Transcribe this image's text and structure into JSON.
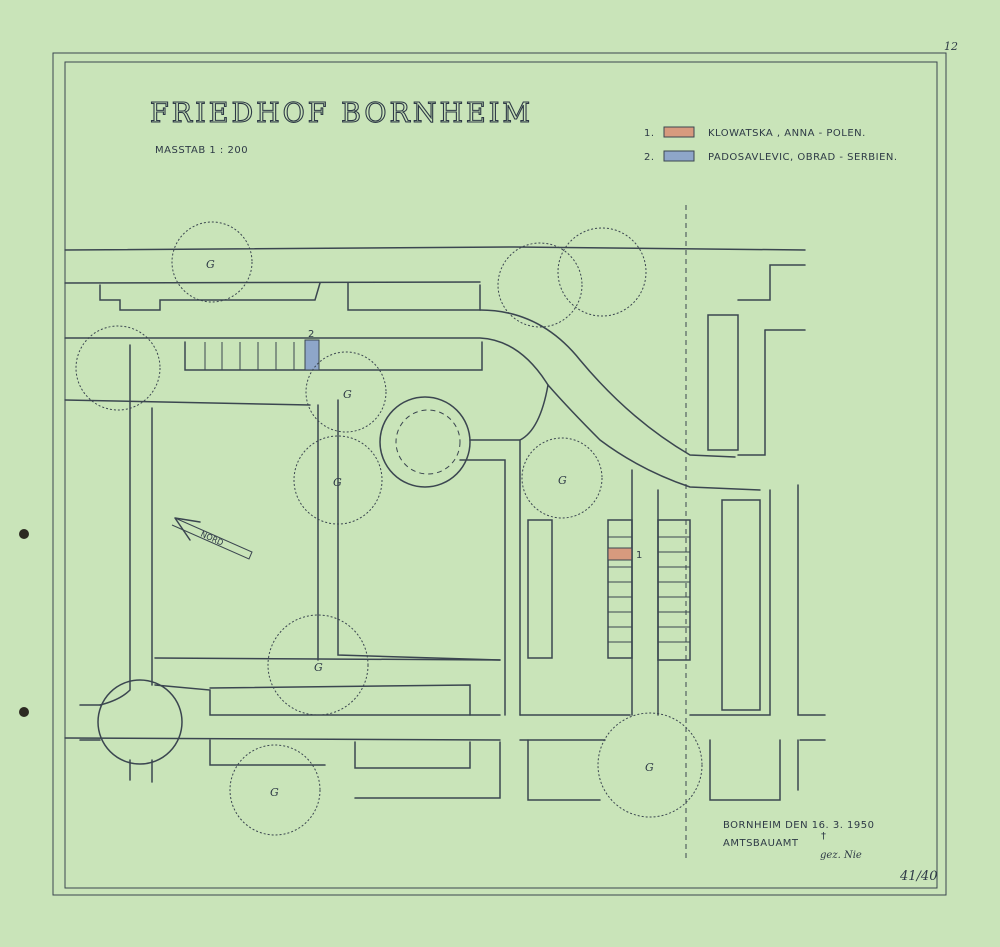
{
  "plan": {
    "title": "FRIEDHOF BORNHEIM",
    "scale": "MASSTAB  1 : 200",
    "sheet_number": "12",
    "north_label": "NORD",
    "trees_label": "G"
  },
  "legend": [
    {
      "number": "1.",
      "text": "KLOWATSKA , ANNA    - POLEN.",
      "color": "#d79a7e"
    },
    {
      "number": "2.",
      "text": "PADOSAVLEVIC, OBRAD - SERBIEN.",
      "color": "#8ea6c9"
    }
  ],
  "markers": [
    {
      "label": "1",
      "color": "#d79a7e"
    },
    {
      "label": "2",
      "color": "#8ea6c9"
    }
  ],
  "signature": {
    "place_date": "BORNHEIM  DEN  16. 3. 1950",
    "office": "AMTSBAUAMT",
    "cross": "†",
    "signed": "gez.  Nie"
  },
  "archive_number": "41/40",
  "colors": {
    "paper": "#c9e4b9",
    "ink": "#3b4650",
    "grave1": "#d79a7e",
    "grave2": "#8ea6c9"
  }
}
